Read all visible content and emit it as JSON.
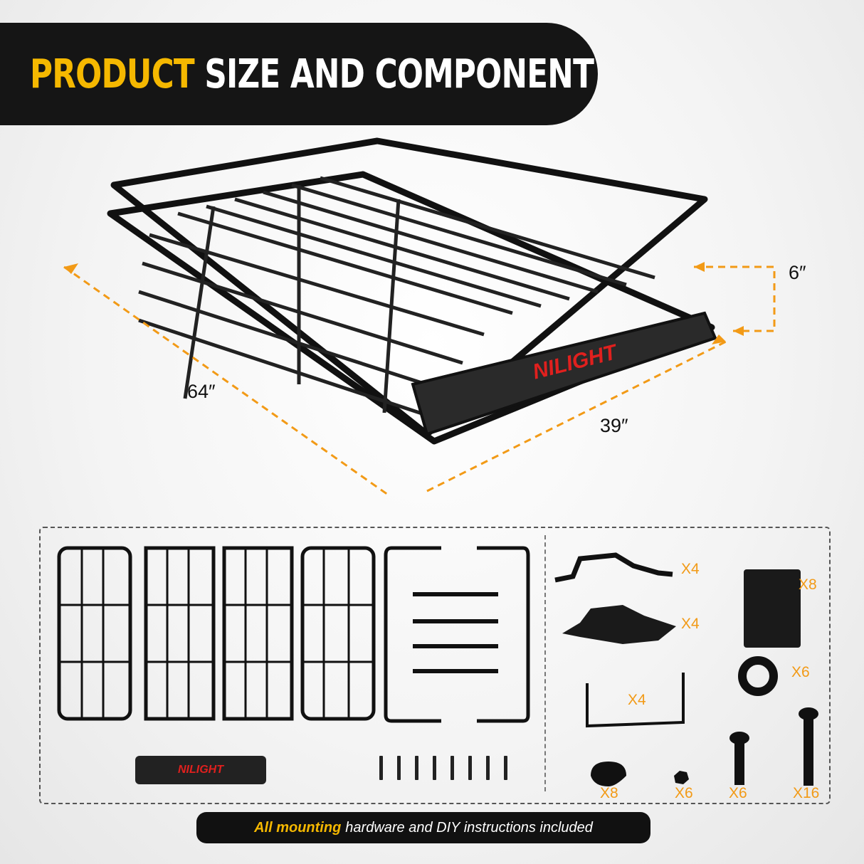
{
  "header": {
    "title_highlight": "PRODUCT",
    "title_rest": "SIZE AND COMPONENT"
  },
  "colors": {
    "accent_yellow": "#f5b800",
    "quantity_orange": "#f29a16",
    "logo_red": "#e0201e",
    "bar_black": "#151515"
  },
  "dimensions": {
    "length": "64″",
    "width": "39″",
    "height": "6″"
  },
  "brand": {
    "logo": "NILIGHT"
  },
  "components": [
    {
      "name": "side-rail-panel",
      "count": 4
    },
    {
      "name": "end-rails-and-crossbars",
      "count": 1
    },
    {
      "name": "wind-fairing",
      "count": 1
    },
    {
      "name": "connector-pins",
      "count": 8
    },
    {
      "name": "mounting-bracket",
      "qty": "X4"
    },
    {
      "name": "rubber-base-pad",
      "qty": "X4"
    },
    {
      "name": "u-bolt",
      "qty": "X4"
    },
    {
      "name": "joint-sleeve-plate",
      "qty": "X8"
    },
    {
      "name": "p-clamp",
      "qty": "X6"
    },
    {
      "name": "knob-nut",
      "qty": "X8"
    },
    {
      "name": "hex-nut",
      "qty": "X6"
    },
    {
      "name": "short-bolt",
      "qty": "X6"
    },
    {
      "name": "long-bolt",
      "qty": "X16"
    }
  ],
  "footer": {
    "highlight": "All mounting",
    "rest": "hardware and DIY instructions included"
  }
}
